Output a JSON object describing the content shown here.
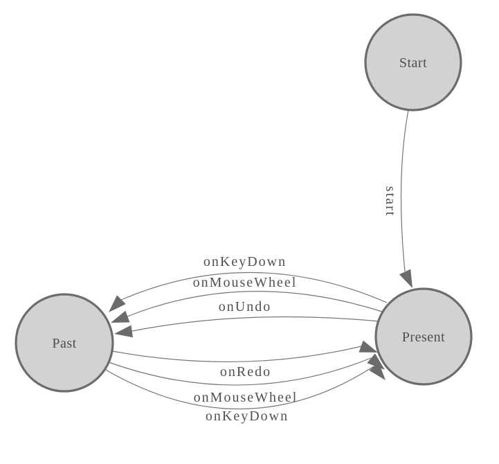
{
  "diagram": {
    "kind": "state-machine",
    "nodes": [
      {
        "id": "start",
        "label": "Start"
      },
      {
        "id": "present",
        "label": "Present"
      },
      {
        "id": "past",
        "label": "Past"
      }
    ],
    "edges": [
      {
        "from": "Start",
        "to": "Present",
        "label": "start"
      },
      {
        "from": "Present",
        "to": "Past",
        "label": "onKeyDown"
      },
      {
        "from": "Present",
        "to": "Past",
        "label": "onMouseWheel"
      },
      {
        "from": "Present",
        "to": "Past",
        "label": "onUndo"
      },
      {
        "from": "Past",
        "to": "Present",
        "label": "onRedo"
      },
      {
        "from": "Past",
        "to": "Present",
        "label": "onMouseWheel"
      },
      {
        "from": "Past",
        "to": "Present",
        "label": "onKeyDown"
      }
    ],
    "colors": {
      "background": "#ffffff",
      "node_fill": "#d2d2d2",
      "node_border": "#6c6c6c",
      "edge_line": "#757575",
      "arrowhead": "#6b6b6b",
      "text": "#4e4e4e"
    }
  }
}
